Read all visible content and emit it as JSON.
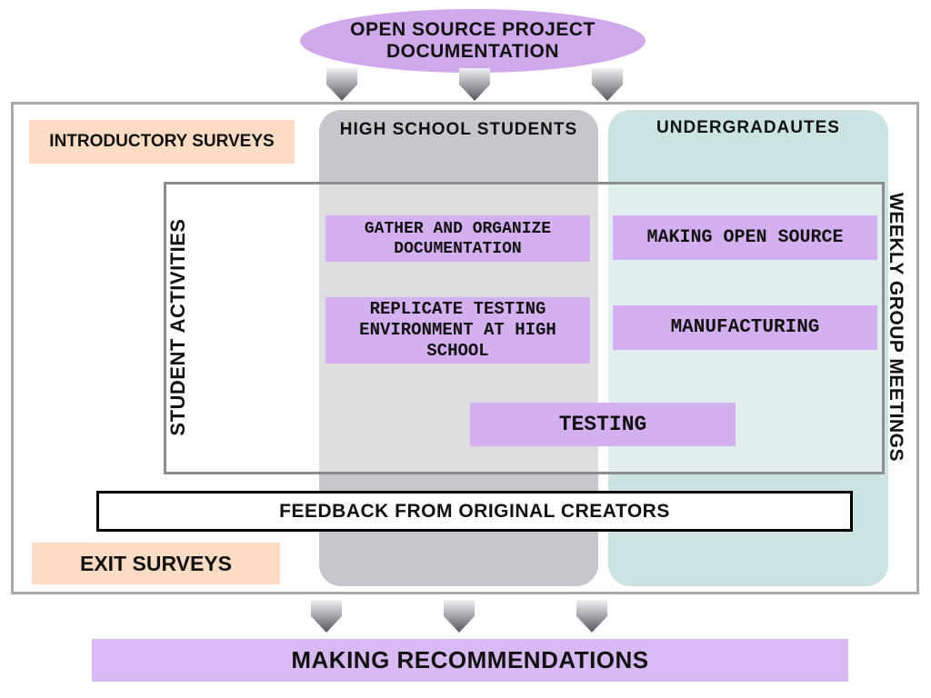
{
  "header": {
    "title_line1": "OPEN SOURCE PROJECT",
    "title_line2": "DOCUMENTATION"
  },
  "surveys": {
    "intro": "INTRODUCTORY SURVEYS",
    "exit": "EXIT SURVEYS"
  },
  "columns": {
    "high_school": "HIGH SCHOOL STUDENTS",
    "undergraduates": "UNDERGRADAUTES"
  },
  "labels": {
    "student_activities": "STUDENT ACTIVITIES",
    "weekly_meetings": "WEEKLY GROUP MEETINGS"
  },
  "activities": {
    "gather": [
      "GATHER AND ORGANIZE",
      "DOCUMENTATION"
    ],
    "replicate": [
      "REPLICATE TESTING",
      "ENVIRONMENT AT HIGH",
      "SCHOOL"
    ],
    "making_open_source": "MAKING OPEN SOURCE",
    "manufacturing": "MANUFACTURING",
    "testing": "TESTING"
  },
  "feedback": "FEEDBACK FROM ORIGINAL CREATORS",
  "outcome": "MAKING RECOMMENDATIONS",
  "colors": {
    "lavender": "#d5b0f0",
    "peach": "#fcdcc5",
    "hs_column": "#c8c6cc",
    "ug_column": "#cbe3e3",
    "frame_gray": "#aaaaaa",
    "arrow_light": "#f1f1f4",
    "arrow_dark": "#55555f"
  }
}
